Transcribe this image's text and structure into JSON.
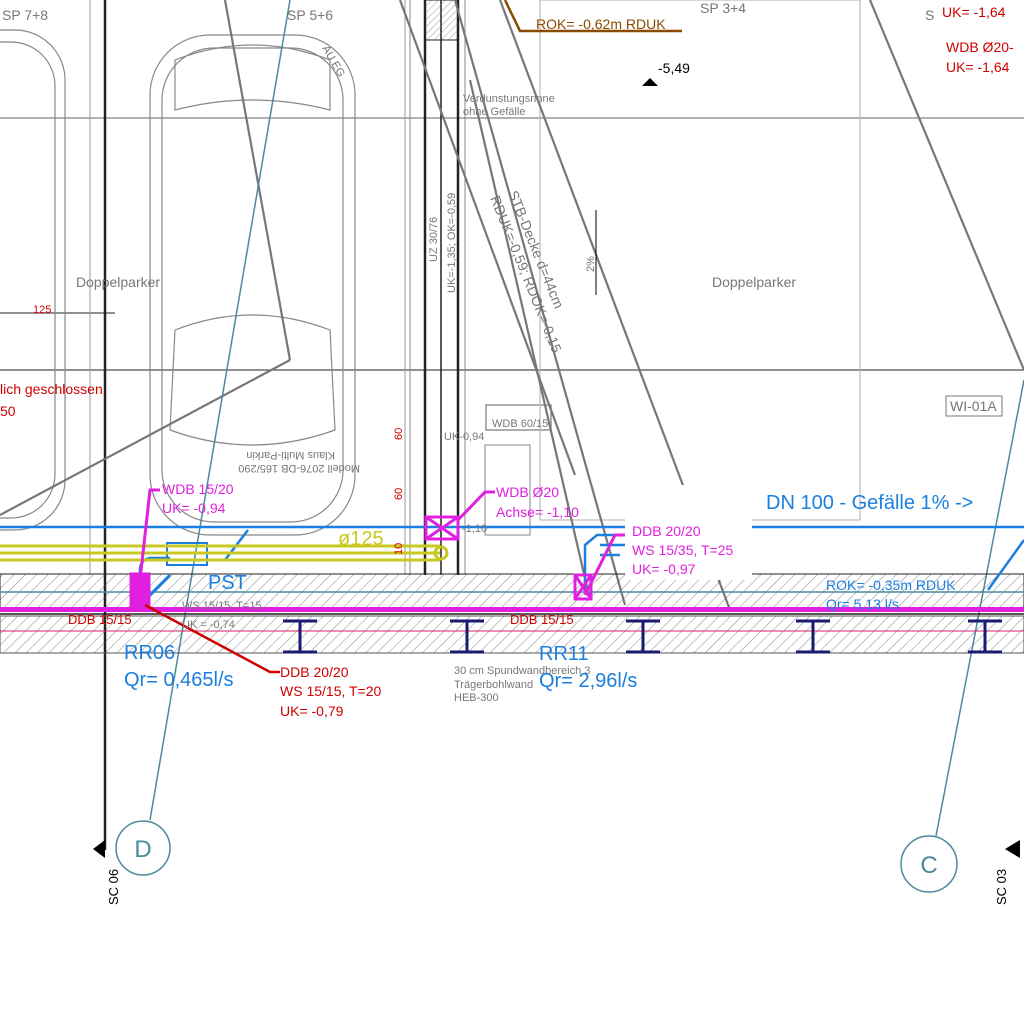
{
  "labels": {
    "sp78": "SP 7+8",
    "sp56": "SP 5+6",
    "sp34": "SP 3+4",
    "s": "S",
    "rok_top": "ROK= -0,62m RDUK",
    "level": "-5,49",
    "ausfahrt": "AU EG",
    "verdunstung1": "Verdunstungsrinne",
    "verdunstung2": "ohne Gefälle",
    "uz": "UZ 30/76",
    "uz_uk": "UK=-1,35; OK=-0,59",
    "stb1": "STB-Decke d=44cm",
    "stb2": "RDUK=-0,59; RDOK=-0,15",
    "slope": "2%",
    "doppelparker_left": "Doppelparker",
    "doppelparker_right": "Doppelparker",
    "dim125": "125",
    "geschlossen": "lich geschlossen",
    "dim50": "50",
    "uk_094_grey": "UK-0,94",
    "wdb6015": "WDB 60/15",
    "wi01a": "WI-01A",
    "dim60a": "60",
    "dim60b": "60",
    "dim110": "-1,10",
    "dim10": "10",
    "model_text1": "Klaus Multi-Parkin",
    "model_text2": "Modell 2076-DB 165/290",
    "uk_top_right": "UK= -1,64",
    "wdb_o20_r1": "WDB Ø20-",
    "wdb_o20_r2": "UK= -1,64",
    "wdb1520_1": "WDB 15/20",
    "wdb1520_2": "UK= -0,94",
    "wdbo20_1": "WDB Ø20",
    "wdbo20_2": "Achse= -1,10",
    "ddb2020_m1": "DDB 20/20",
    "ddb2020_m2": "WS 15/35, T=25",
    "ddb2020_m3": "UK= -0,97",
    "dn100": "DN 100 - Gefälle 1% ->",
    "o125": "ø125",
    "pst": "PST",
    "ddb1515_a": "DDB 15/15",
    "ddb1515_b": "DDB 15/15",
    "ws_grey": "WS 15/15, T=15",
    "uk_grey_074": "UK = -0,74",
    "rr06": "RR06",
    "qr06": "Qr= 0,465l/s",
    "rr11": "RR11",
    "qr11": "Qr= 2,96l/s",
    "ddb2020_r1": "DDB 20/20",
    "ddb2020_r2": "WS 15/15, T=20",
    "ddb2020_r3": "UK= -0,79",
    "spund1": "30 cm Spundwandbereich 3",
    "spund2": "Trägerbohlwand",
    "spund3": "HEB-300",
    "rok_right": "ROK= -0,35m RDUK",
    "qr_right": "Qr= 5,13 l/s",
    "axis_d": "D",
    "axis_c": "C",
    "sc06": "SC 06",
    "sc03": "SC 03"
  },
  "colors": {
    "blue": "#1a7fe0",
    "magenta": "#e020e0",
    "red": "#d00000",
    "yellow": "#c8c820",
    "brown": "#8a4a00",
    "teal": "#4a8a9a"
  }
}
